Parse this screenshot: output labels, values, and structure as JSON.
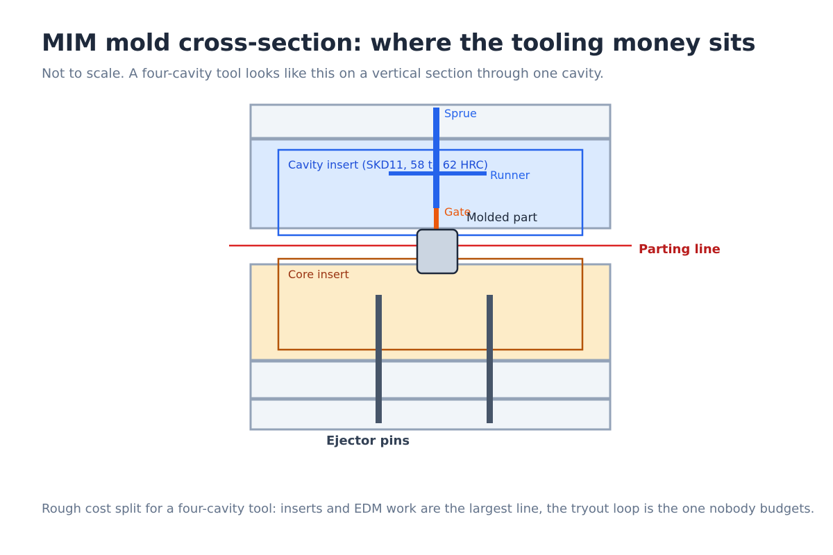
{
  "title": "MIM mold cross-section: where the tooling money sits",
  "subtitle": "Not to scale. A four-cavity tool looks like this on a vertical section through one cavity.",
  "caption": "Rough cost split for a four-cavity tool: inserts and EDM work are the largest line, the tryout loop is the one nobody budgets.",
  "labels": {
    "sprue": "Sprue",
    "runner": "Runner",
    "gate": "Gate",
    "cavity_insert": "Cavity insert (SKD11, 58 to 62 HRC)",
    "molded_part": "Molded part",
    "parting_line": "Parting line",
    "core_insert": "Core insert",
    "ejector_pins": "Ejector pins"
  },
  "colors": {
    "plate_fill": "#f1f5f9",
    "plate_stroke": "#94a3b8",
    "cavity_plate_fill": "#dbeafe",
    "cavity_stroke": "#2563eb",
    "core_plate_fill": "#fdecc8",
    "core_stroke": "#b45309",
    "sprue": "#2563eb",
    "gate": "#ea580c",
    "part_fill": "#cbd5e1",
    "part_stroke": "#1e293b",
    "parting_line": "#dc2626",
    "ejector_pins": "#475569"
  }
}
